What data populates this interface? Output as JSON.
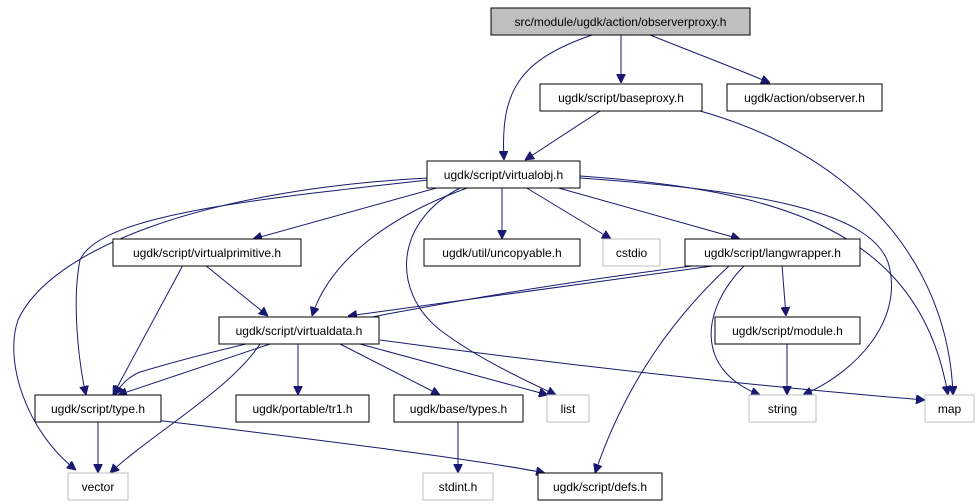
{
  "graph": {
    "nodes": {
      "observerproxy": "src/module/ugdk/action/observerproxy.h",
      "baseproxy": "ugdk/script/baseproxy.h",
      "observer": "ugdk/action/observer.h",
      "virtualobj": "ugdk/script/virtualobj.h",
      "virtualprimitive": "ugdk/script/virtualprimitive.h",
      "uncopyable": "ugdk/util/uncopyable.h",
      "cstdio": "cstdio",
      "langwrapper": "ugdk/script/langwrapper.h",
      "virtualdata": "ugdk/script/virtualdata.h",
      "module": "ugdk/script/module.h",
      "type": "ugdk/script/type.h",
      "tr1": "ugdk/portable/tr1.h",
      "types": "ugdk/base/types.h",
      "list": "list",
      "string": "string",
      "map": "map",
      "vector": "vector",
      "stdint": "stdint.h",
      "defs": "ugdk/script/defs.h"
    },
    "colors": {
      "edge": "#191970",
      "root_fill": "#bfbfbf",
      "system_header_border": "#bfbfbf"
    }
  }
}
